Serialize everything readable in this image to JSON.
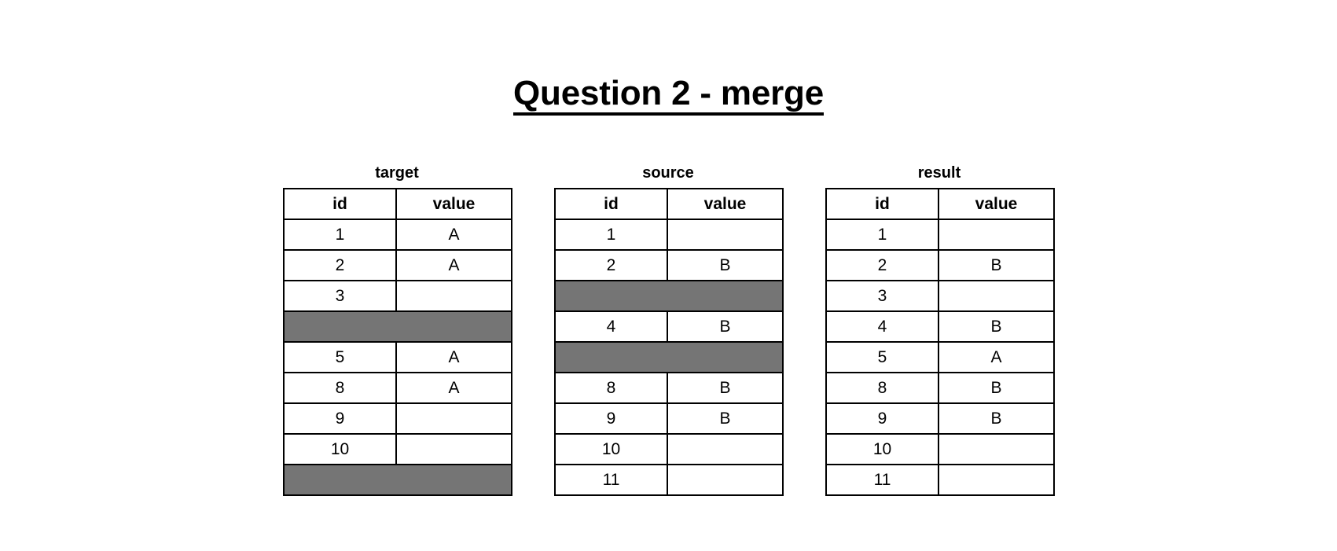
{
  "title": "Question 2 - merge",
  "colors": {
    "gray_row": "#757575",
    "border": "#000000",
    "background": "#ffffff"
  },
  "tables": [
    {
      "caption": "target",
      "columns": [
        "id",
        "value"
      ],
      "rows": [
        {
          "gray": false,
          "id": "1",
          "value": "A"
        },
        {
          "gray": false,
          "id": "2",
          "value": "A"
        },
        {
          "gray": false,
          "id": "3",
          "value": ""
        },
        {
          "gray": true,
          "id": "",
          "value": ""
        },
        {
          "gray": false,
          "id": "5",
          "value": "A"
        },
        {
          "gray": false,
          "id": "8",
          "value": "A"
        },
        {
          "gray": false,
          "id": "9",
          "value": ""
        },
        {
          "gray": false,
          "id": "10",
          "value": ""
        },
        {
          "gray": true,
          "id": "",
          "value": ""
        }
      ]
    },
    {
      "caption": "source",
      "columns": [
        "id",
        "value"
      ],
      "rows": [
        {
          "gray": false,
          "id": "1",
          "value": ""
        },
        {
          "gray": false,
          "id": "2",
          "value": "B"
        },
        {
          "gray": true,
          "id": "",
          "value": ""
        },
        {
          "gray": false,
          "id": "4",
          "value": "B"
        },
        {
          "gray": true,
          "id": "",
          "value": ""
        },
        {
          "gray": false,
          "id": "8",
          "value": "B"
        },
        {
          "gray": false,
          "id": "9",
          "value": "B"
        },
        {
          "gray": false,
          "id": "10",
          "value": ""
        },
        {
          "gray": false,
          "id": "11",
          "value": ""
        }
      ]
    },
    {
      "caption": "result",
      "columns": [
        "id",
        "value"
      ],
      "rows": [
        {
          "gray": false,
          "id": "1",
          "value": ""
        },
        {
          "gray": false,
          "id": "2",
          "value": "B"
        },
        {
          "gray": false,
          "id": "3",
          "value": ""
        },
        {
          "gray": false,
          "id": "4",
          "value": "B"
        },
        {
          "gray": false,
          "id": "5",
          "value": "A"
        },
        {
          "gray": false,
          "id": "8",
          "value": "B"
        },
        {
          "gray": false,
          "id": "9",
          "value": "B"
        },
        {
          "gray": false,
          "id": "10",
          "value": ""
        },
        {
          "gray": false,
          "id": "11",
          "value": ""
        }
      ]
    }
  ]
}
